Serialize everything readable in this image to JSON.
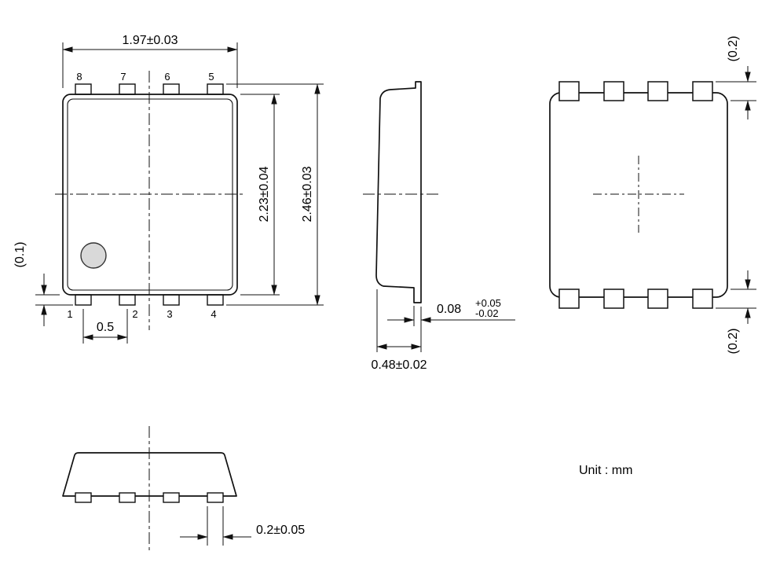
{
  "page": {
    "unit_label": "Unit : mm"
  },
  "front_view": {
    "dim_width": "1.97±0.03",
    "dim_body_height": "2.23±0.04",
    "dim_overall_height": "2.46±0.03",
    "dim_pin_protrusion": "(0.1)",
    "dim_pin_pitch": "0.5",
    "pins_top": [
      "8",
      "7",
      "6",
      "5"
    ],
    "pins_bottom": [
      "1",
      "2",
      "3",
      "4"
    ]
  },
  "side_view": {
    "dim_thickness": "0.48±0.02",
    "dim_foot_width": "0.08",
    "dim_foot_tol_upper": "+0.05",
    "dim_foot_tol_lower": "-0.02"
  },
  "back_view": {
    "dim_pad_overhang_top": "(0.2)",
    "dim_pad_overhang_bottom": "(0.2)"
  },
  "bottom_view": {
    "dim_pin_width": "0.2±0.05"
  },
  "colors": {
    "line": "#111111",
    "pin1_marker_fill": "#d9d9d9",
    "background": "#ffffff"
  }
}
